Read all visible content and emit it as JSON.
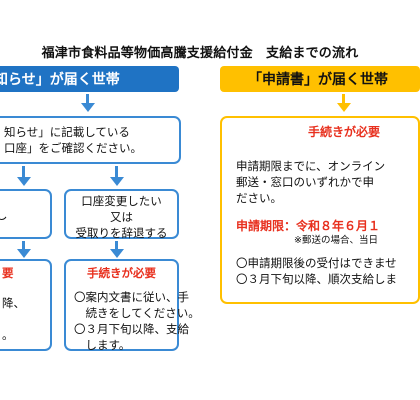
{
  "title": "福津市食料品等物価高騰支援給付金　支給までの流れ",
  "left_header": "知らせ」が届く世帯",
  "right_header": "「申請書」が届く世帯",
  "confirm_box": {
    "lines": [
      "知らせ」に記載している",
      "口座」をご確認ください。"
    ]
  },
  "no_change_box": {
    "lines": [
      "し"
    ]
  },
  "change_box": {
    "lines": [
      "口座変更したい",
      "又は",
      "受取りを辞退する"
    ]
  },
  "left_bottom_box": {
    "heading": "要",
    "lines": [
      "降、",
      "。"
    ]
  },
  "mid_bottom_box": {
    "heading": "手続きが必要",
    "lines": [
      "〇案内文書に従い、手",
      "　続きをしてください。",
      "〇３月下旬以降、支給",
      "　します。"
    ]
  },
  "right_box": {
    "heading": "手続きが必要",
    "lines": [
      "申請期限までに、オンライン",
      "郵送・窓口のいずれかで申",
      "ださい。"
    ],
    "deadline": "申請期限：令和８年６月１",
    "note": "※郵送の場合、当日",
    "lines2": [
      "〇申請期限後の受付はできませ",
      "〇３月下旬以降、順次支給しま"
    ]
  },
  "colors": {
    "blue": "#3a8ad4",
    "header_blue": "#1f73c4",
    "orange": "#ffc000",
    "red": "#e8301e"
  }
}
